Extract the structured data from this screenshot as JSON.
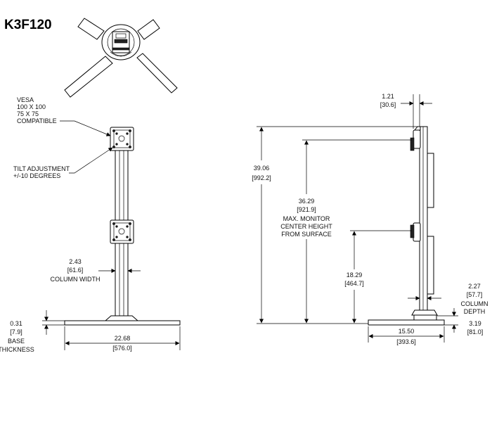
{
  "title": "K3F120",
  "front": {
    "vesa": [
      "VESA",
      "100 X 100",
      "75 X 75",
      "COMPATIBLE"
    ],
    "tilt": [
      "TILT ADJUSTMENT",
      "+/-10 DEGREES"
    ],
    "column_width": [
      "2.43",
      "[61.6]",
      "COLUMN WIDTH"
    ],
    "base_thickness": [
      "0.31",
      "[7.9]",
      "BASE",
      "THICKNESS"
    ],
    "base_width": [
      "22.68",
      "[576.0]"
    ]
  },
  "side": {
    "offset": [
      "1.21",
      "[30.6]"
    ],
    "overall_height": [
      "39.06",
      "[992.2]"
    ],
    "max_monitor": [
      "36.29",
      "[921.9]",
      "MAX. MONITOR",
      "CENTER HEIGHT",
      "FROM SURFACE"
    ],
    "lower_height": [
      "18.29",
      "[464.7]"
    ],
    "column_depth": [
      "2.27",
      "[57.7]",
      "COLUMN",
      "DEPTH"
    ],
    "base_depth": [
      "15.50",
      "[393.6]"
    ],
    "foot": [
      "3.19",
      "[81.0]"
    ]
  }
}
